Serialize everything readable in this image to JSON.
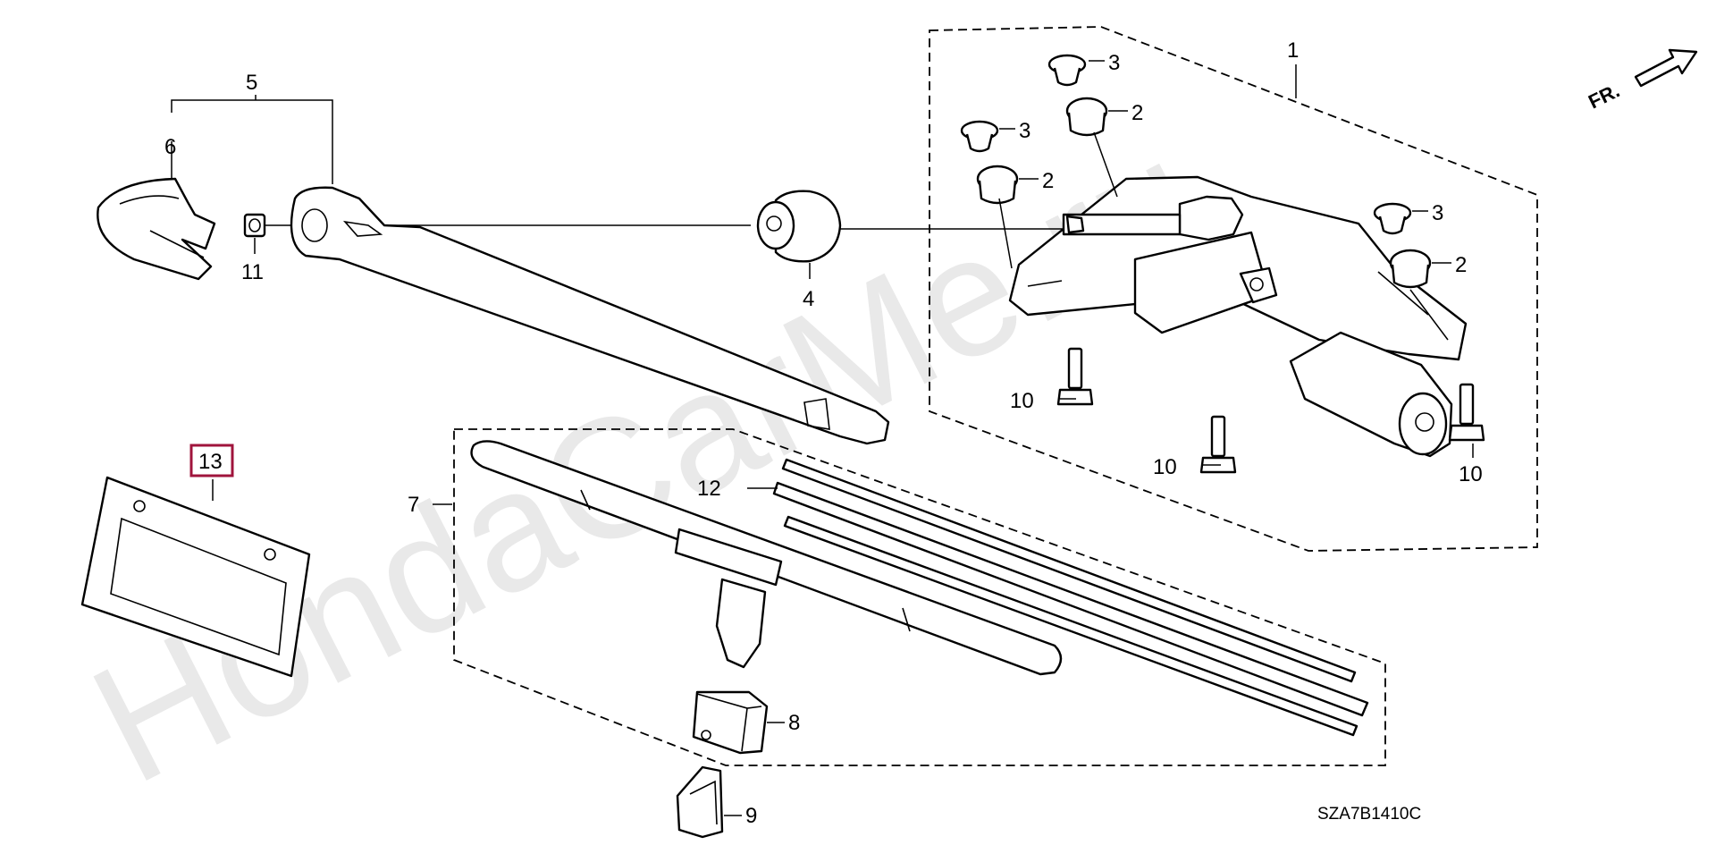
{
  "diagram_code": "SZA7B1410C",
  "watermark": "HondaCarMe.ru",
  "front_indicator": "FR.",
  "callouts": {
    "c1": "1",
    "c2a": "2",
    "c2b": "2",
    "c2c": "2",
    "c3a": "3",
    "c3b": "3",
    "c3c": "3",
    "c4": "4",
    "c5": "5",
    "c6": "6",
    "c7": "7",
    "c8": "8",
    "c9": "9",
    "c10a": "10",
    "c10b": "10",
    "c10c": "10",
    "c11": "11",
    "c12": "12",
    "c13": "13"
  },
  "colors": {
    "highlight_box": "#a0143c",
    "line": "#000000",
    "watermark": "#e9e9e9"
  }
}
